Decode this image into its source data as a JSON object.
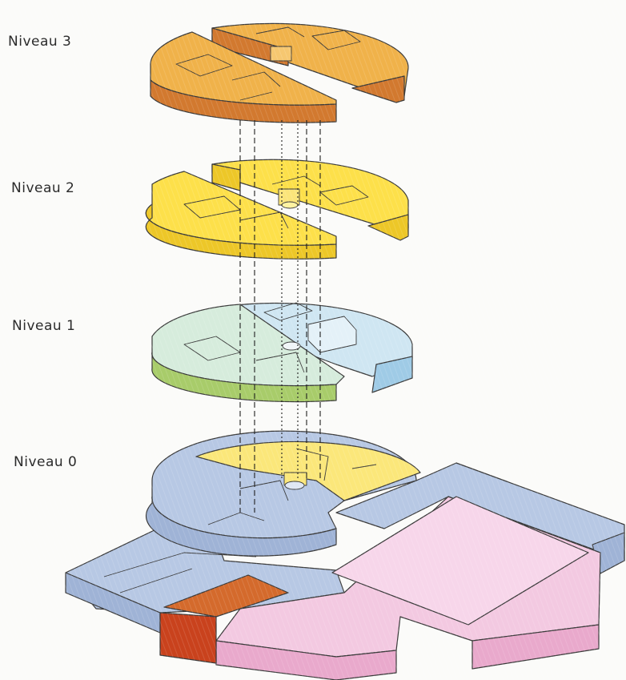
{
  "levels": [
    {
      "label": "Niveau 3",
      "color": "#f0b24a"
    },
    {
      "label": "Niveau 2",
      "color": "#fde04a"
    },
    {
      "label": "Niveau 1",
      "color": "#cfe6f2"
    },
    {
      "label": "Niveau 0",
      "color": "#b7c8e4"
    }
  ],
  "colors": {
    "level3_top": "#f0b24a",
    "level3_side": "#d2792f",
    "level2_top": "#fde04a",
    "level2_side": "#edc728",
    "level1_blue": "#cfe6f2",
    "level1_green": "#d6ea9a",
    "level1_green_side": "#9fc45a",
    "level0_blue": "#b7c8e4",
    "level0_pink": "#f3c9e1",
    "level0_orange": "#cf4d22",
    "outline": "#3a3a3a"
  }
}
